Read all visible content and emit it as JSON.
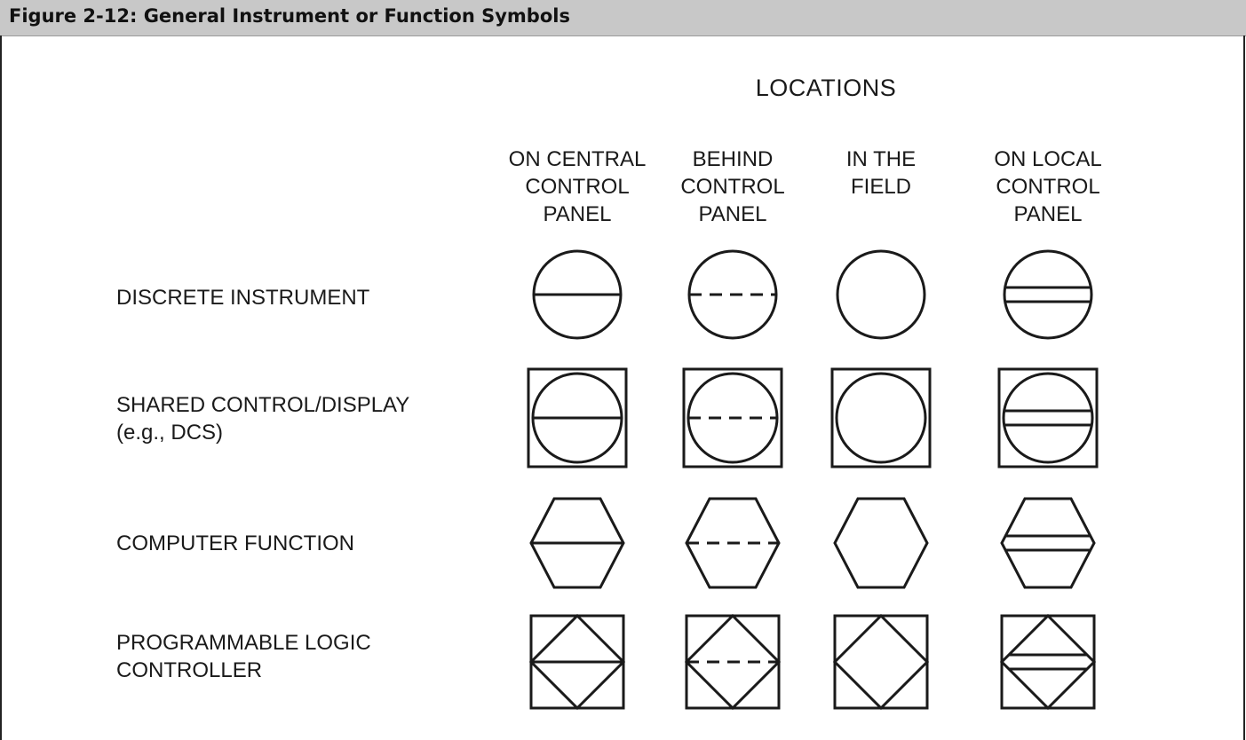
{
  "figure_title": "Figure 2-12: General Instrument or Function Symbols",
  "locations_heading": "LOCATIONS",
  "columns": [
    {
      "label": "ON CENTRAL\nCONTROL\nPANEL",
      "line_style": "single-solid"
    },
    {
      "label": "BEHIND\nCONTROL\nPANEL",
      "line_style": "dashed"
    },
    {
      "label": "IN THE\nFIELD",
      "line_style": "none"
    },
    {
      "label": "ON LOCAL\nCONTROL\nPANEL",
      "line_style": "double-solid"
    }
  ],
  "rows": [
    {
      "label": "DISCRETE INSTRUMENT",
      "symbol": "circle"
    },
    {
      "label": "SHARED CONTROL/DISPLAY\n(e.g., DCS)",
      "symbol": "circle-in-square"
    },
    {
      "label": "COMPUTER FUNCTION",
      "symbol": "hexagon"
    },
    {
      "label": "PROGRAMMABLE LOGIC\nCONTROLLER",
      "symbol": "diamond-in-square"
    }
  ],
  "colors": {
    "header_background": "#c8c8c8",
    "stroke": "#1a1a1a"
  }
}
